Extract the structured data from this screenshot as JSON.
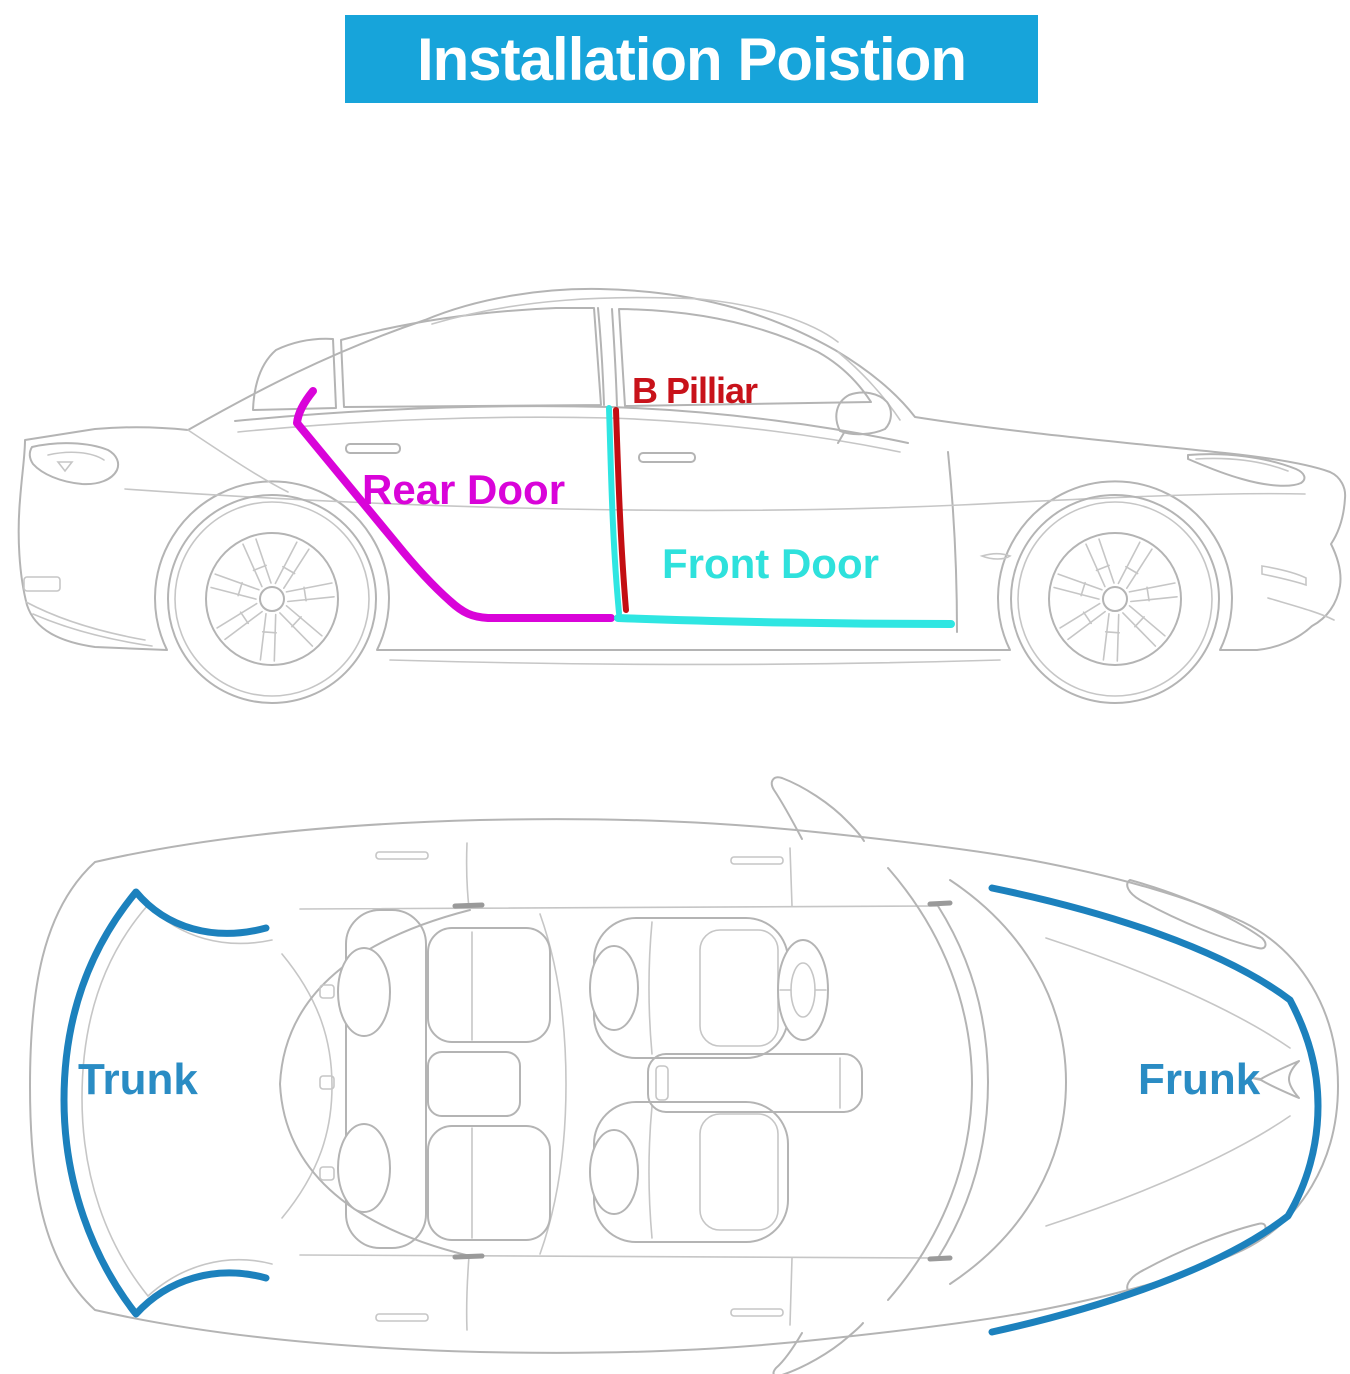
{
  "title": {
    "text": "Installation Poistion",
    "bg_color": "#17A4DA",
    "text_color": "#FFFFFF"
  },
  "side_view": {
    "labels": {
      "b_pillar": {
        "text": "B Pilliar",
        "color": "#C8121A"
      },
      "rear_door": {
        "text": "Rear Door",
        "color": "#D904D9"
      },
      "front_door": {
        "text": "Front Door",
        "color": "#2EE1DC"
      }
    },
    "seal_colors": {
      "rear_door": "#D904D9",
      "b_pillar": "#C30E12",
      "front_door": "#2FE6E2"
    }
  },
  "top_view": {
    "labels": {
      "trunk": {
        "text": "Trunk",
        "color": "#2A8CC4"
      },
      "frunk": {
        "text": "Frunk",
        "color": "#2A8CC4"
      }
    },
    "seal_color": "#1C81BD"
  },
  "artwork": {
    "line_color": "#B4B4B4",
    "dark_line_color": "#9A9A9A",
    "icons": {
      "tesla_logo": "tesla-t-outline-icon"
    }
  }
}
